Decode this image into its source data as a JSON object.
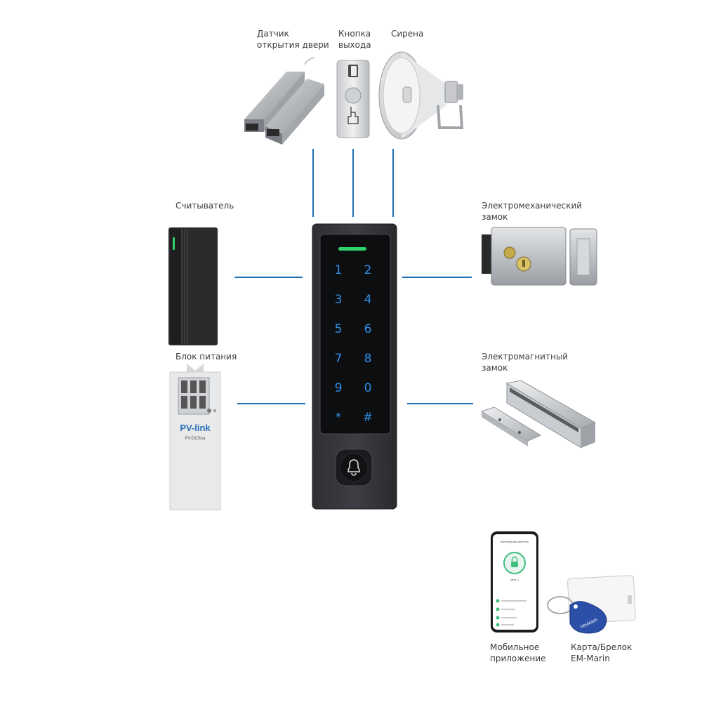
{
  "labels": {
    "door_sensor": [
      "Датчик",
      "открытия двери"
    ],
    "exit_button": [
      "Кнопка",
      "выхода"
    ],
    "siren": [
      "Сирена"
    ],
    "reader": [
      "Считыватель"
    ],
    "power_supply": [
      "Блок питания"
    ],
    "electromechanical_lock": [
      "Электромеханический",
      "замок"
    ],
    "electromagnetic_lock": [
      "Электромагнитный",
      "замок"
    ],
    "mobile_app": [
      "Мобильное",
      "приложение"
    ],
    "card_fob": [
      "Карта/Брелок",
      "EM-Marin"
    ]
  },
  "keypad": {
    "keys": [
      "1",
      "2",
      "3",
      "4",
      "5",
      "6",
      "7",
      "8",
      "9",
      "0",
      "*",
      "#"
    ]
  },
  "power_supply_brand": {
    "logo": "PV-link",
    "model": "PV-DC5Aa"
  },
  "fob_brand": "novicam",
  "phone_screen": {
    "title": "Контроллер доступа",
    "user": "User_1"
  },
  "colors": {
    "connector": "#1f6fb5",
    "keypad_glow": "#2f8fe6",
    "status_led": "#2fd36a",
    "fob_blue": "#2c4fa8"
  },
  "icons": {
    "bell": "bell-icon",
    "lock": "lock-icon"
  }
}
